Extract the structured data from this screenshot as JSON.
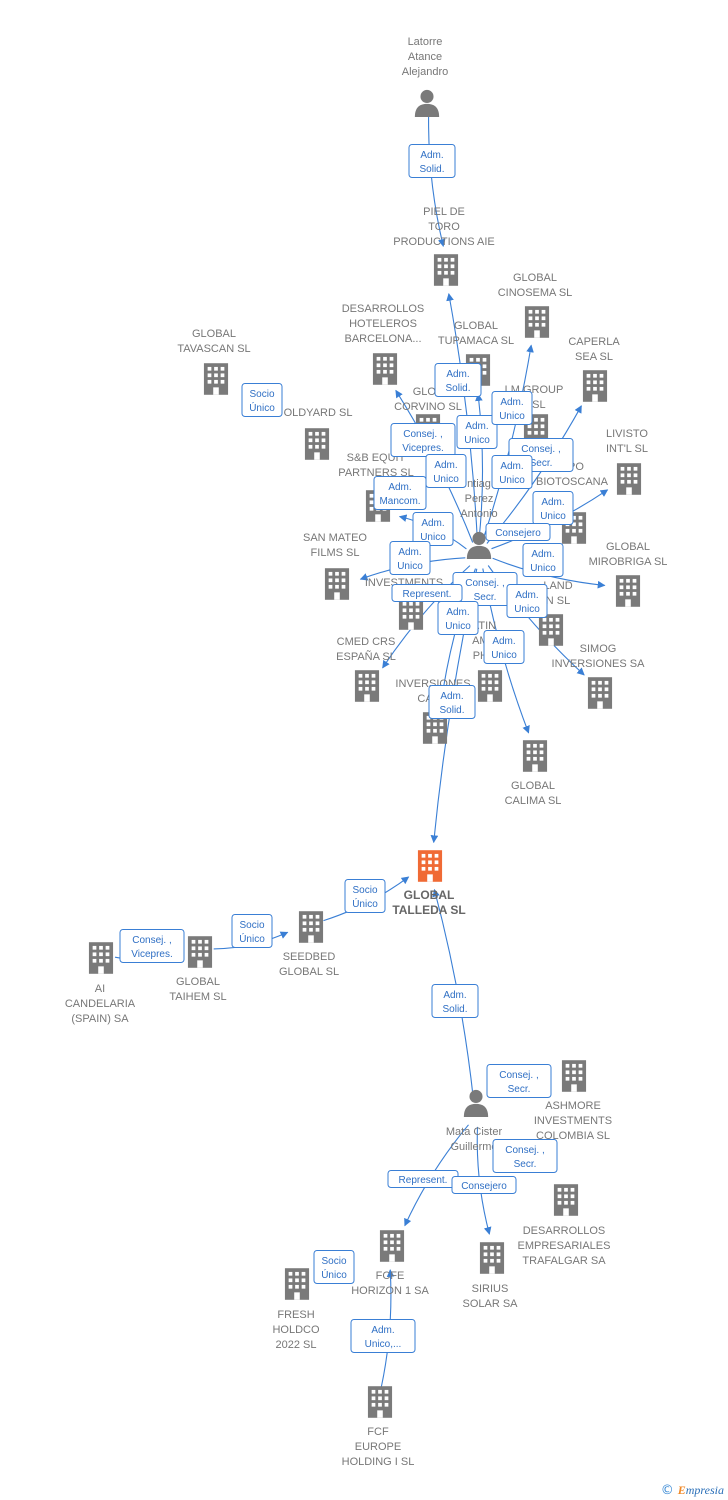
{
  "colors": {
    "edge": "#3a7fd5",
    "node": "#7a7a7a",
    "focus": "#f06a35",
    "label": "#777777"
  },
  "footer": {
    "copyright": "©",
    "brand_first": "E",
    "brand_rest": "mpresia"
  },
  "nodes": [
    {
      "id": "latorre",
      "type": "person",
      "lines": [
        "Latorre",
        "Atance",
        "Alejandro"
      ]
    },
    {
      "id": "piel",
      "type": "company",
      "lines": [
        "PIEL DE",
        "TORO",
        "PRODUCTIONS AIE"
      ]
    },
    {
      "id": "cinosema",
      "type": "company",
      "lines": [
        "GLOBAL",
        "CINOSEMA SL"
      ]
    },
    {
      "id": "tupamaca",
      "type": "company",
      "lines": [
        "GLOBAL",
        "TUPAMACA SL"
      ]
    },
    {
      "id": "desarrollos_hot",
      "type": "company",
      "lines": [
        "DESARROLLOS",
        "HOTELEROS",
        "BARCELONA..."
      ]
    },
    {
      "id": "tavascan",
      "type": "company",
      "lines": [
        "GLOBAL",
        "TAVASCAN  SL"
      ]
    },
    {
      "id": "caperla",
      "type": "company",
      "lines": [
        "CAPERLA",
        "SEA SL"
      ]
    },
    {
      "id": "corvino",
      "type": "company",
      "lines": [
        "GLOB",
        "CORVINO SL"
      ]
    },
    {
      "id": "lm_group",
      "type": "company",
      "lines": [
        "LM GROUP",
        "A  SL"
      ]
    },
    {
      "id": "livisto",
      "type": "company",
      "lines": [
        "LIVISTO",
        "INT'L  SL"
      ]
    },
    {
      "id": "goldyard",
      "type": "company",
      "lines": [
        "OLDYARD SL"
      ]
    },
    {
      "id": "biotoscana",
      "type": "company",
      "lines": [
        "UPO",
        "BIOTOSCANA"
      ]
    },
    {
      "id": "sb_equity",
      "type": "company",
      "lines": [
        "S&B EQUIT",
        "PARTNERS  SL"
      ]
    },
    {
      "id": "santiago",
      "type": "person",
      "lines": [
        "ntiag",
        "Perez",
        "Antonio"
      ]
    },
    {
      "id": "san_mateo",
      "type": "company",
      "lines": [
        "SAN MATEO",
        "FILMS SL"
      ]
    },
    {
      "id": "mirobriga",
      "type": "company",
      "lines": [
        "GLOBAL",
        "MIROBRIGA SL"
      ]
    },
    {
      "id": "investments",
      "type": "company",
      "lines": [
        "INVESTMENTS"
      ]
    },
    {
      "id": "land",
      "type": "company",
      "lines": [
        "LAND",
        "N SL"
      ]
    },
    {
      "id": "cmed",
      "type": "company",
      "lines": [
        "CMED CRS",
        "ESPAÑA  SL"
      ]
    },
    {
      "id": "latin_amer",
      "type": "company",
      "lines": [
        "ATIN",
        "AME",
        "PHA"
      ]
    },
    {
      "id": "simog",
      "type": "company",
      "lines": [
        "SIMOG",
        "INVERSIONES SA"
      ]
    },
    {
      "id": "inversiones_carn",
      "type": "company",
      "lines": [
        "INVERSIONES",
        "CARN"
      ]
    },
    {
      "id": "calima",
      "type": "company",
      "lines": [
        "GLOBAL",
        "CALIMA SL"
      ]
    },
    {
      "id": "talleda",
      "type": "focus",
      "lines": [
        "GLOBAL",
        "TALLEDA  SL"
      ]
    },
    {
      "id": "seedbed",
      "type": "company",
      "lines": [
        "SEEDBED",
        "GLOBAL  SL"
      ]
    },
    {
      "id": "taihem",
      "type": "company",
      "lines": [
        "GLOBAL",
        "TAIHEM SL"
      ]
    },
    {
      "id": "candelaria",
      "type": "company",
      "lines": [
        "AI",
        "CANDELARIA",
        "(SPAIN) SA"
      ]
    },
    {
      "id": "ashmore",
      "type": "company",
      "lines": [
        "ASHMORE",
        "INVESTMENTS",
        "COLOMBIA SL"
      ]
    },
    {
      "id": "mata",
      "type": "person",
      "lines": [
        "Mata Cister",
        "Guillermo"
      ]
    },
    {
      "id": "trafalgar",
      "type": "company",
      "lines": [
        "DESARROLLOS",
        "EMPRESARIALES",
        "TRAFALGAR SA"
      ]
    },
    {
      "id": "fcfe_horizon",
      "type": "company",
      "lines": [
        "FCFE",
        "HORIZON 1 SA"
      ]
    },
    {
      "id": "sirius",
      "type": "company",
      "lines": [
        "SIRIUS",
        "SOLAR SA"
      ]
    },
    {
      "id": "fresh",
      "type": "company",
      "lines": [
        "FRESH",
        "HOLDCO",
        "2022  SL"
      ]
    },
    {
      "id": "fcf_europe",
      "type": "company",
      "lines": [
        "FCF",
        "EUROPE",
        "HOLDING I  SL"
      ]
    }
  ],
  "edges": [
    {
      "from": "latorre",
      "to": "piel"
    },
    {
      "from": "santiago",
      "to": "piel"
    },
    {
      "from": "santiago",
      "to": "cinosema"
    },
    {
      "from": "santiago",
      "to": "tupamaca"
    },
    {
      "from": "santiago",
      "to": "desarrollos_hot"
    },
    {
      "from": "santiago",
      "to": "caperla"
    },
    {
      "from": "santiago",
      "to": "livisto"
    },
    {
      "from": "santiago",
      "to": "sb_equity"
    },
    {
      "from": "santiago",
      "to": "san_mateo"
    },
    {
      "from": "santiago",
      "to": "mirobriga"
    },
    {
      "from": "santiago",
      "to": "cmed"
    },
    {
      "from": "santiago",
      "to": "simog"
    },
    {
      "from": "santiago",
      "to": "calima"
    },
    {
      "from": "santiago",
      "to": "inversiones_carn"
    },
    {
      "from": "santiago",
      "to": "talleda"
    },
    {
      "from": "mata",
      "to": "talleda"
    },
    {
      "from": "mata",
      "to": "fcfe_horizon"
    },
    {
      "from": "mata",
      "to": "sirius"
    },
    {
      "from": "fcf_europe",
      "to": "fcfe_horizon"
    },
    {
      "from": "seedbed",
      "to": "talleda"
    },
    {
      "from": "taihem",
      "to": "seedbed"
    },
    {
      "from": "candelaria",
      "to": "taihem"
    }
  ],
  "badges": [
    {
      "lines": [
        "Adm.",
        "Solid."
      ]
    },
    {
      "lines": [
        "Adm.",
        "Solid."
      ]
    },
    {
      "lines": [
        "Socio",
        "Único"
      ]
    },
    {
      "lines": [
        "Adm.",
        "Unico"
      ]
    },
    {
      "lines": [
        "Adm.",
        "Unico"
      ]
    },
    {
      "lines": [
        "Consej. ,",
        "Vicepres."
      ]
    },
    {
      "lines": [
        "Consej. ,",
        "Secr."
      ]
    },
    {
      "lines": [
        "Adm.",
        "Unico"
      ]
    },
    {
      "lines": [
        "Adm.",
        "Unico"
      ]
    },
    {
      "lines": [
        "Adm.",
        "Mancom."
      ]
    },
    {
      "lines": [
        "Adm.",
        "Unico"
      ]
    },
    {
      "lines": [
        "Consejero"
      ]
    },
    {
      "lines": [
        "Adm.",
        "Unico"
      ]
    },
    {
      "lines": [
        "Adm.",
        "Unico"
      ]
    },
    {
      "lines": [
        "Adm.",
        "Unico"
      ]
    },
    {
      "lines": [
        "Consej. ,",
        "Secr."
      ]
    },
    {
      "lines": [
        "Represent."
      ]
    },
    {
      "lines": [
        "Adm.",
        "Unico"
      ]
    },
    {
      "lines": [
        "Adm.",
        "Unico"
      ]
    },
    {
      "lines": [
        "Adm.",
        "Unico"
      ]
    },
    {
      "lines": [
        "Adm.",
        "Solid."
      ]
    },
    {
      "lines": [
        "Socio",
        "Único"
      ]
    },
    {
      "lines": [
        "Socio",
        "Único"
      ]
    },
    {
      "lines": [
        "Consej. ,",
        "Vicepres."
      ]
    },
    {
      "lines": [
        "Adm.",
        "Solid."
      ]
    },
    {
      "lines": [
        "Consej. ,",
        "Secr."
      ]
    },
    {
      "lines": [
        "Consej. ,",
        "Secr."
      ]
    },
    {
      "lines": [
        "Represent."
      ]
    },
    {
      "lines": [
        "Consejero"
      ]
    },
    {
      "lines": [
        "Socio",
        "Único"
      ]
    },
    {
      "lines": [
        "Adm.",
        "Unico,..."
      ]
    }
  ]
}
